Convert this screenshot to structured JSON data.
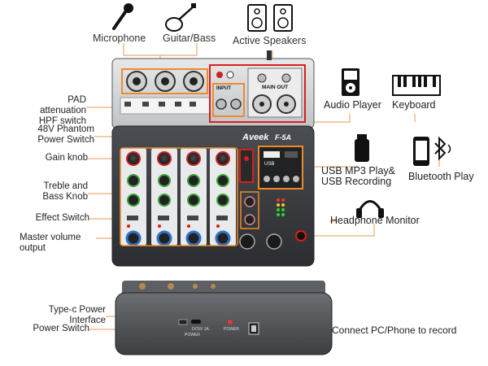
{
  "labels": {
    "microphone": "Microphone",
    "guitar_bass": "Guitar/Bass",
    "active_speakers": "Active Speakers",
    "pad_hpf": "PAD attenuation\nHPF switch",
    "phantom": "48V Phantom\nPower Switch",
    "gain": "Gain knob",
    "treble_bass": "Treble and\nBass Knob",
    "effect": "Effect Switch",
    "master": "Master volume\noutput",
    "audio_player": "Audio Player",
    "keyboard": "Keyboard",
    "usb_mp3": "USB MP3 Play&\nUSB Recording",
    "bluetooth": "Bluetooth Play",
    "headphone": "Headphone Monitor",
    "typec": "Type-c Power\nInterface",
    "power_switch": "Power Switch",
    "connect_pc": "Connect PC/Phone to record"
  },
  "device": {
    "brand": "Aveek",
    "model": "F-5A",
    "main_out": "MAIN OUT",
    "input": "INPUT",
    "usb": "USB",
    "power": "POWER",
    "dc5v": "DC5V 1A",
    "power_label": "POWER"
  },
  "colors": {
    "callout_line": "#e79a4f",
    "highlight_orange": "#ef8a2a",
    "highlight_red": "#d81f1f",
    "panel_dark": "#3b3e42",
    "panel_top": "#d9dcdf"
  }
}
